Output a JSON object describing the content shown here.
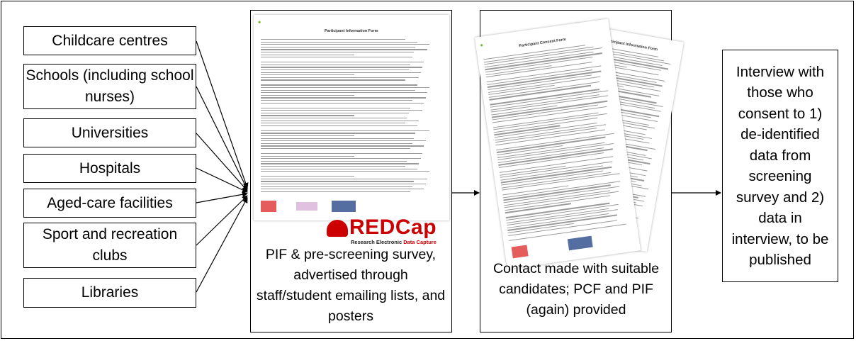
{
  "sources": [
    "Childcare centres",
    "Schools (including school nurses)",
    "Universities",
    "Hospitals",
    "Aged-care facilities",
    "Sport and recreation clubs",
    "Libraries"
  ],
  "step1": {
    "doc_title": "Participant Information Form",
    "logo_label": "REDCap",
    "logo_subtitle_prefix": "Research Electronic ",
    "logo_subtitle_rest": "Data Capture",
    "caption": "PIF & pre-screening survey, advertised through staff/student emailing lists, and posters"
  },
  "step2": {
    "doc_front_title": "Participant Consent Form",
    "doc_back_title": "Participant Information Form",
    "caption": "Contact made with suitable candidates; PCF and PIF (again) provided"
  },
  "step3": {
    "text": "Interview with those who consent to 1) de-identified data from screening survey and 2) data in interview, to be published"
  },
  "colors": {
    "border": "#000000",
    "redcap_red": "#cc0000",
    "doc_line": "#9a9a9a"
  }
}
